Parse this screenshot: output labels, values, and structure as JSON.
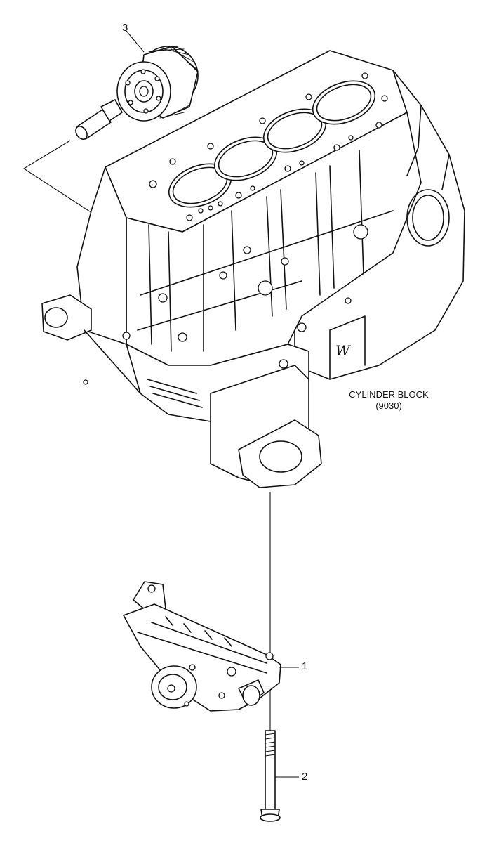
{
  "callouts": {
    "oil_filter": "3",
    "oil_pump": "1",
    "bolt": "2"
  },
  "cylinder_block": {
    "name": "CYLINDER BLOCK",
    "ref": "(9030)"
  }
}
